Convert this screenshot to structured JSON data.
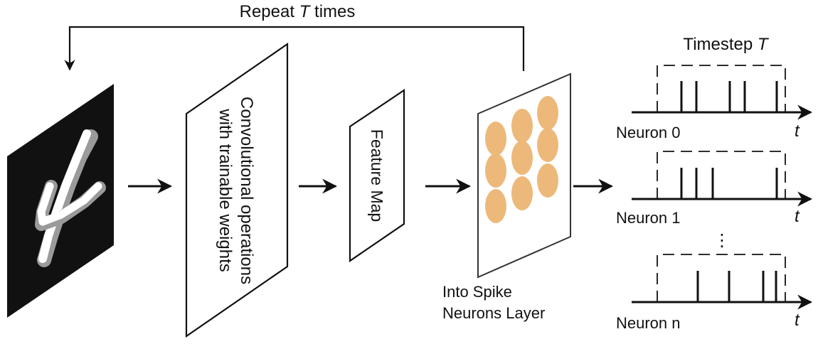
{
  "loop": {
    "label_prefix": "Repeat ",
    "label_var": "T",
    "label_suffix": " times"
  },
  "conv": {
    "line1": "Convolutional operations",
    "line2": "with trainable weights"
  },
  "feature_map": {
    "label": "Feature Map"
  },
  "spike_layer": {
    "line1": "Into Spike",
    "line2": "Neurons Layer",
    "neuron_color": "#EDB97A"
  },
  "timestep": {
    "label_prefix": "Timestep ",
    "label_var": "T"
  },
  "neurons": [
    {
      "label": "Neuron 0",
      "axis_var": "t"
    },
    {
      "label": "Neuron 1",
      "axis_var": "t"
    },
    {
      "label": "Neuron n",
      "axis_var": "t"
    }
  ],
  "ellipsis": "⋮"
}
